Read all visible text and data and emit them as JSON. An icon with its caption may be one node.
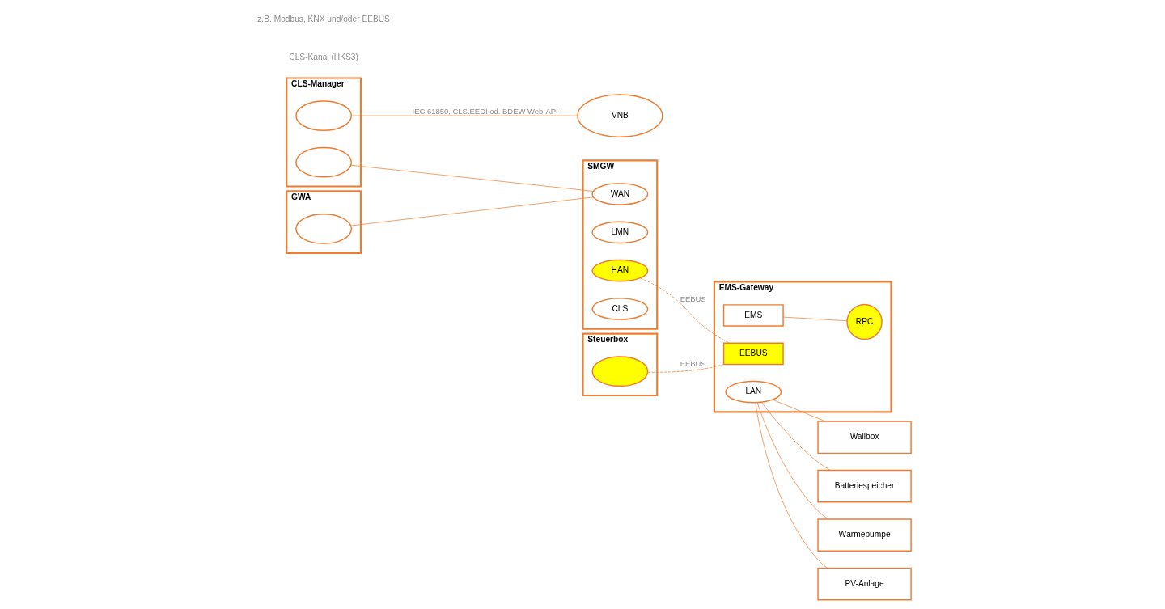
{
  "diagram": {
    "nodes": [
      {
        "text": [
          "GWA"
        ]
      },
      {
        "text": [],
        "shape": "ellipse",
        "in": 0
      },
      {
        "text": [
          "CLS-Manager"
        ]
      },
      {
        "text": [],
        "shape": "ellipse",
        "in": 2
      },
      {
        "text": [],
        "shape": "ellipse",
        "in": 2
      },
      {
        "text": [
          "VNB"
        ]
      },
      {
        "text": [
          "SMGW"
        ]
      },
      {
        "text": [
          "WAN"
        ],
        "in": 6
      },
      {
        "text": [
          "LMN"
        ],
        "in": 6
      },
      {
        "text": [
          "HAN"
        ],
        "in": 6
      },
      {
        "text": [
          "CLS"
        ],
        "in": 6
      },
      {
        "text": [
          "Steuerbox"
        ]
      },
      {
        "text": [],
        "shape": "ellipse",
        "in": 11
      },
      {
        "text": [
          "EMS-Gateway"
        ]
      },
      {
        "text": [
          "EMS"
        ],
        "in": 13
      },
      {
        "text": [
          "EEBUS"
        ],
        "in": 13
      },
      {
        "text": [
          "RPC"
        ],
        "in": 13
      },
      {
        "text": [
          "LAN"
        ],
        "in": 13
      },
      {
        "text": [
          "Wallbox"
        ]
      },
      {
        "text": [
          "Batteriespeicher"
        ]
      },
      {
        "text": [
          "Wärmepumpe"
        ]
      },
      {
        "text": [
          "PV-Anlage"
        ]
      }
    ],
    "edges": [
      {
        "from": 3,
        "to": 5,
        "arrow": "none",
        "label": "IEC 61850, CLS.EEDI od. BDEW Web-API"
      },
      {
        "from": 1,
        "to": 7,
        "arrow": "none"
      },
      {
        "from": 4,
        "to": 7,
        "arrow": "none"
      },
      {
        "from": 12,
        "to": 15,
        "arrow": "none",
        "style": "dashed",
        "label": "EEBUS"
      },
      {
        "from": 14,
        "to": 16,
        "arrow": "none"
      },
      {
        "from": 9,
        "to": 15,
        "arrow": "none",
        "style": "dashed",
        "label": "EEBUS"
      },
      {
        "from": 17,
        "to": 18,
        "arrow": "none"
      },
      {
        "from": 17,
        "to": 19,
        "arrow": "none"
      },
      {
        "from": 17,
        "to": 20,
        "arrow": "none"
      },
      {
        "from": 17,
        "to": 21,
        "arrow": "none"
      }
    ],
    "labels": [
      "CLS-Kanal (HKS3)",
      "z.B. Modbus, KNX und/oder EEBUS"
    ]
  }
}
